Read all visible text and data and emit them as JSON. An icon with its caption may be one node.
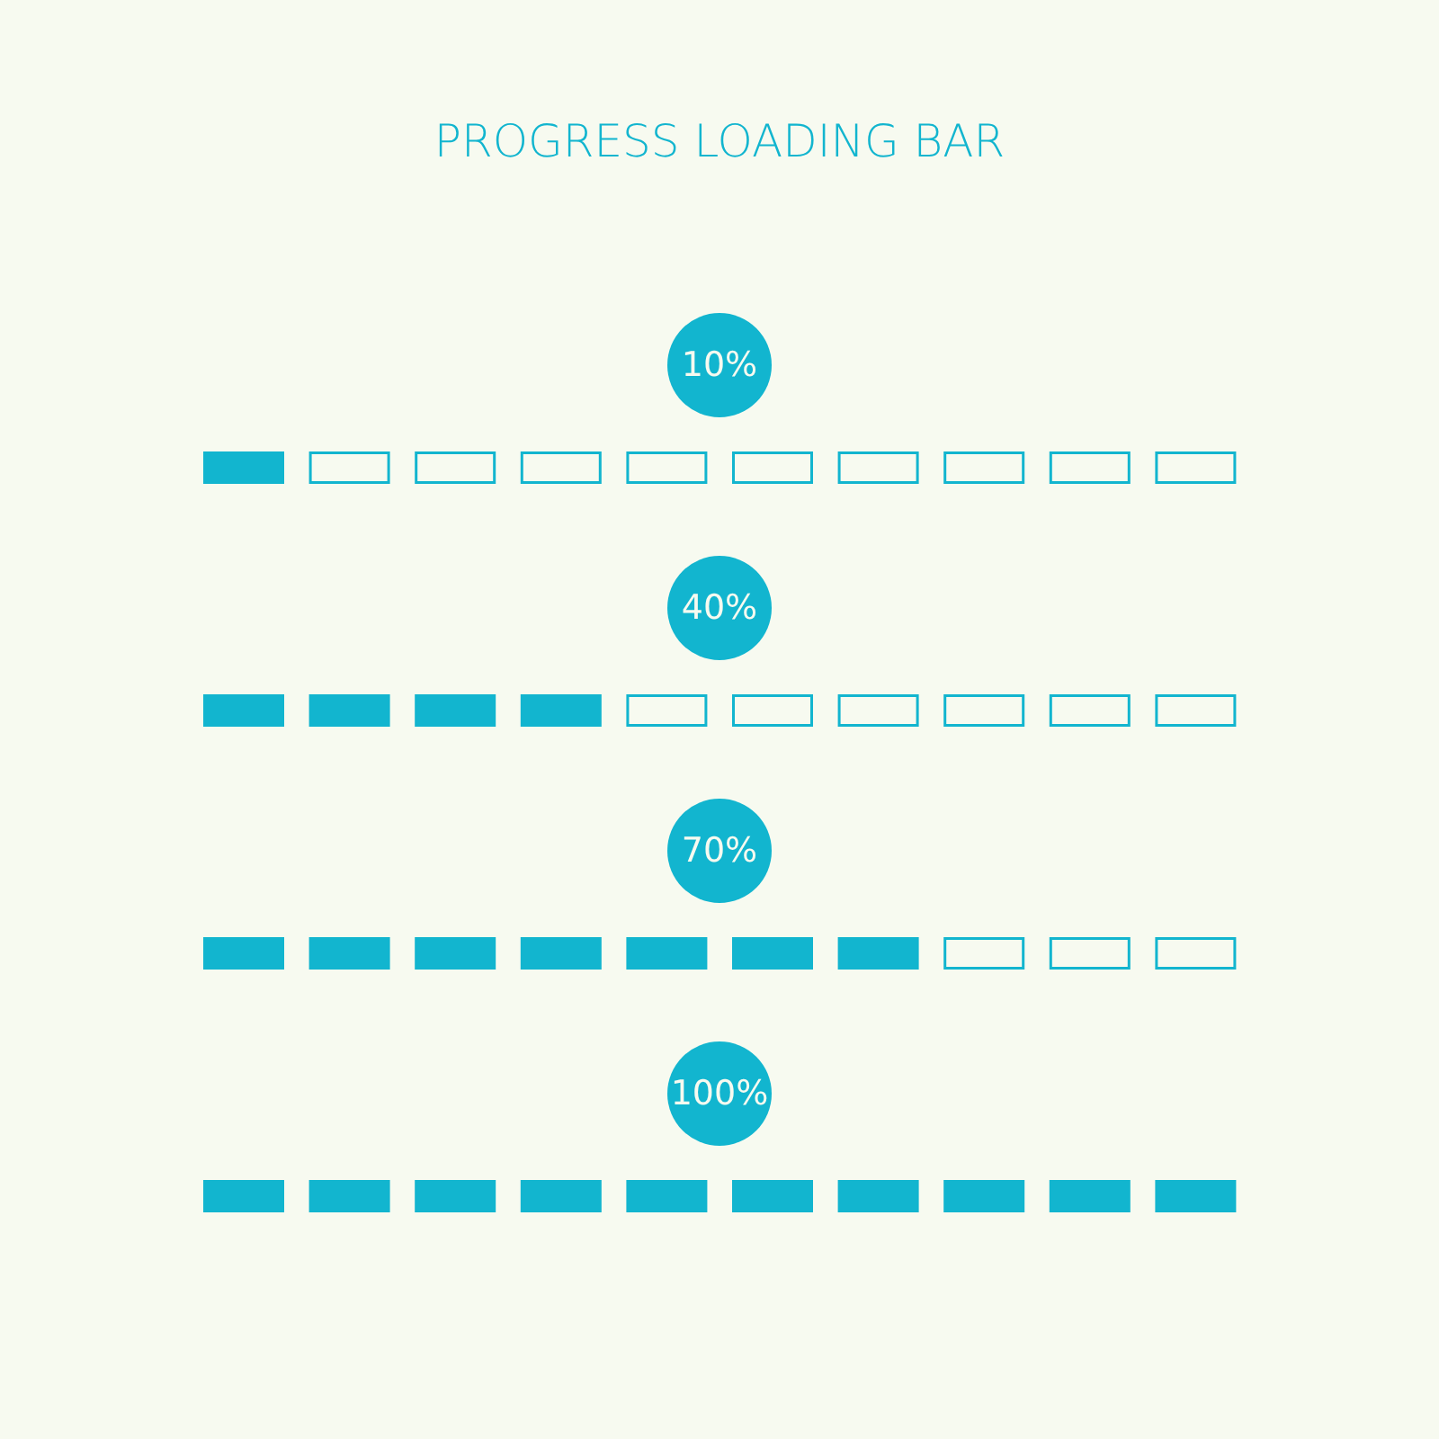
{
  "diagram": {
    "title": "PROGRESS LOADING BAR",
    "nodes": [
      {
        "text": [
          "10%"
        ]
      },
      {
        "text": [
          "40%"
        ]
      },
      {
        "text": [
          "70%"
        ]
      },
      {
        "text": [
          "100%"
        ]
      }
    ]
  }
}
